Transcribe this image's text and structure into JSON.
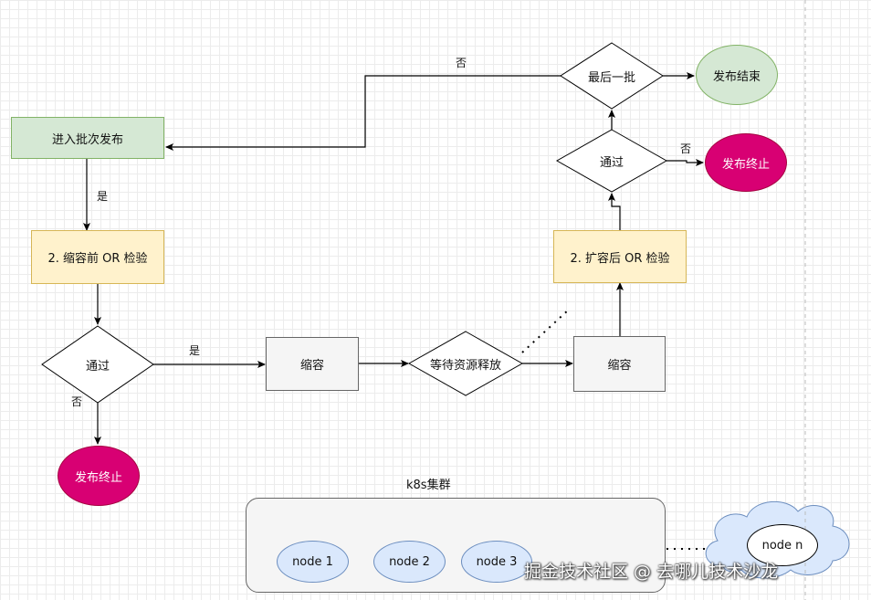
{
  "nodes": {
    "enter_batch": "进入批次发布",
    "pre_check": "2. 缩容前 OR 检验",
    "pass_left": "通过",
    "abort_left": "发布终止",
    "scale_down_1": "缩容",
    "wait_release": "等待资源释放",
    "scale_down_2": "缩容",
    "post_check": "2. 扩容后 OR 检验",
    "pass_right": "通过",
    "abort_right": "发布终止",
    "last_batch": "最后一批",
    "release_end": "发布结束"
  },
  "edge_labels": {
    "yes_enter_to_check": "是",
    "yes_pass_to_scale": "是",
    "no_pass_left": "否",
    "no_pass_right": "否",
    "no_last_batch": "否"
  },
  "cluster": {
    "title": "k8s集群",
    "nodes": [
      "node 1",
      "node 2",
      "node 3"
    ],
    "cloud_node": "node n"
  },
  "watermark": "掘金技术社区 @ 去哪儿技术沙龙",
  "colors": {
    "green_fill": "#d5e8d4",
    "green_stroke": "#82b366",
    "yellow_fill": "#fff2cc",
    "yellow_stroke": "#d6b656",
    "grey_fill": "#f5f5f5",
    "grey_stroke": "#666666",
    "abort_fill": "#d80073",
    "blue_fill": "#dae8fc",
    "blue_stroke": "#6c8ebf"
  }
}
